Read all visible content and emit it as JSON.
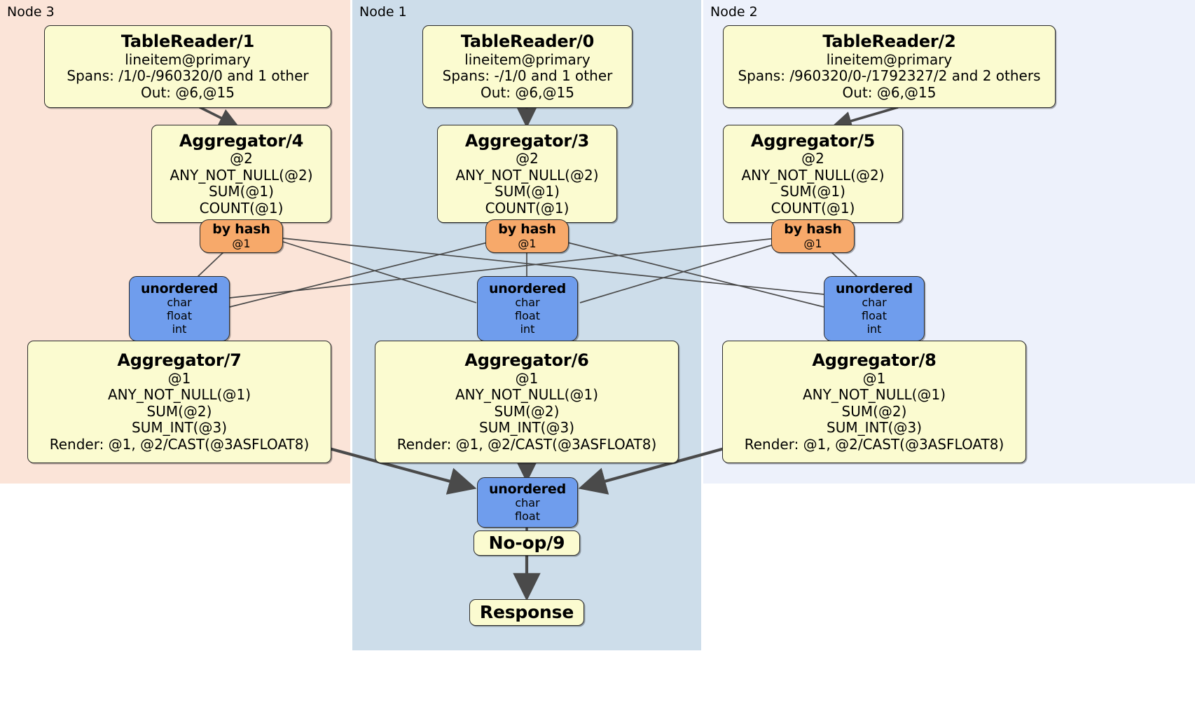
{
  "diagram": {
    "type": "distributed-query-execution-plan",
    "title": "",
    "colors": {
      "node3_bg": "#fbe4d8",
      "node1_bg": "#cdddea",
      "node2_bg": "#edf1fb",
      "processor_fill": "#fbfbd0",
      "router_fill": "#f7a96a",
      "synchronizer_fill": "#6f9ded",
      "edge_stroke": "#4a4a4a",
      "box_border": "#2b2b2b"
    }
  },
  "lanes": [
    {
      "id": "node3",
      "label": "Node 3"
    },
    {
      "id": "node1",
      "label": "Node 1"
    },
    {
      "id": "node2",
      "label": "Node 2"
    }
  ],
  "boxes": {
    "tablereader_1": {
      "title": "TableReader/1",
      "lines": [
        "lineitem@primary",
        "Spans: /1/0-/960320/0 and 1 other",
        "Out: @6,@15"
      ]
    },
    "tablereader_0": {
      "title": "TableReader/0",
      "lines": [
        "lineitem@primary",
        "Spans: -/1/0 and 1 other",
        "Out: @6,@15"
      ]
    },
    "tablereader_2": {
      "title": "TableReader/2",
      "lines": [
        "lineitem@primary",
        "Spans: /960320/0-/1792327/2 and 2 others",
        "Out: @6,@15"
      ]
    },
    "aggregator_4": {
      "title": "Aggregator/4",
      "lines": [
        "@2",
        "ANY_NOT_NULL(@2)",
        "SUM(@1)",
        "COUNT(@1)"
      ]
    },
    "aggregator_3": {
      "title": "Aggregator/3",
      "lines": [
        "@2",
        "ANY_NOT_NULL(@2)",
        "SUM(@1)",
        "COUNT(@1)"
      ]
    },
    "aggregator_5": {
      "title": "Aggregator/5",
      "lines": [
        "@2",
        "ANY_NOT_NULL(@2)",
        "SUM(@1)",
        "COUNT(@1)"
      ]
    },
    "router_left": {
      "title": "by hash",
      "lines": [
        "@1"
      ]
    },
    "router_center": {
      "title": "by hash",
      "lines": [
        "@1"
      ]
    },
    "router_right": {
      "title": "by hash",
      "lines": [
        "@1"
      ]
    },
    "sync_left": {
      "title": "unordered",
      "lines": [
        "char",
        "float",
        "int"
      ]
    },
    "sync_center": {
      "title": "unordered",
      "lines": [
        "char",
        "float",
        "int"
      ]
    },
    "sync_right": {
      "title": "unordered",
      "lines": [
        "char",
        "float",
        "int"
      ]
    },
    "aggregator_7": {
      "title": "Aggregator/7",
      "lines": [
        "@1",
        "ANY_NOT_NULL(@1)",
        "SUM(@2)",
        "SUM_INT(@3)",
        "Render: @1, @2/CAST(@3ASFLOAT8)"
      ]
    },
    "aggregator_6": {
      "title": "Aggregator/6",
      "lines": [
        "@1",
        "ANY_NOT_NULL(@1)",
        "SUM(@2)",
        "SUM_INT(@3)",
        "Render: @1, @2/CAST(@3ASFLOAT8)"
      ]
    },
    "aggregator_8": {
      "title": "Aggregator/8",
      "lines": [
        "@1",
        "ANY_NOT_NULL(@1)",
        "SUM(@2)",
        "SUM_INT(@3)",
        "Render: @1, @2/CAST(@3ASFLOAT8)"
      ]
    },
    "sync_final": {
      "title": "unordered",
      "lines": [
        "char",
        "float"
      ]
    },
    "noop_9": {
      "title": "No-op/9",
      "lines": []
    },
    "response": {
      "title": "Response",
      "lines": []
    }
  }
}
